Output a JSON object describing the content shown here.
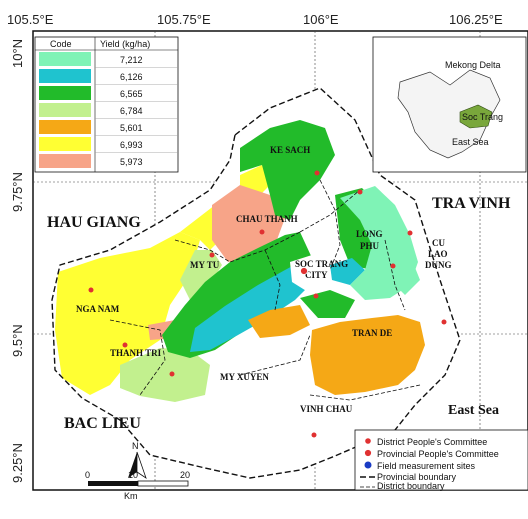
{
  "map": {
    "lon_ticks": [
      "105.5°E",
      "105.75°E",
      "106°E",
      "106.25°E"
    ],
    "lat_ticks": [
      "10°N",
      "9.75°N",
      "9.5°N",
      "9.25°N"
    ],
    "legend": {
      "header_code": "Code",
      "header_yield": "Yield (kg/ha)",
      "rows": [
        {
          "color": "#7ff3b6",
          "yield": "7,212"
        },
        {
          "color": "#1fc3cf",
          "yield": "6,126"
        },
        {
          "color": "#22bb2a",
          "yield": "6,565"
        },
        {
          "color": "#c2f08e",
          "yield": "6,784"
        },
        {
          "color": "#f5a816",
          "yield": "5,601"
        },
        {
          "color": "#ffff33",
          "yield": "6,993"
        },
        {
          "color": "#f7a488",
          "yield": "5,973"
        }
      ]
    },
    "inset": {
      "mekong_label": "Mekong Delta",
      "province_label": "Soc Trang",
      "sea_label": "East Sea"
    },
    "regions": {
      "hau_giang": "HAU GIANG",
      "tra_vinh": "TRA VINH",
      "bac_lieu": "BAC LIEU",
      "east_sea": "East Sea"
    },
    "districts": {
      "ke_sach": "KE SACH",
      "chau_thanh": "CHAU THANH",
      "my_tu": "MY TU",
      "soc_trang_1": "SOC TRANG",
      "soc_trang_2": "CITY",
      "long_phu_1": "LONG",
      "long_phu_2": "PHU",
      "cu_lao_1": "CU",
      "cu_lao_2": "LAO",
      "cu_lao_3": "DUNG",
      "nga_nam": "NGA NAM",
      "thanh_tri": "THANH TRI",
      "my_xuyen": "MY XUYEN",
      "tran_de": "TRAN DE",
      "vinh_chau": "VINH CHAU"
    },
    "scale": {
      "north": "N",
      "ticks": [
        "0",
        "10",
        "20"
      ],
      "unit": "Km"
    },
    "key": {
      "district_committee": "District People's Committee",
      "provincial_committee": "Provincial People's Committee",
      "field_sites": "Field measurement sites",
      "provincial_boundary": "Provincial boundary",
      "district_boundary": "District boundary"
    }
  }
}
